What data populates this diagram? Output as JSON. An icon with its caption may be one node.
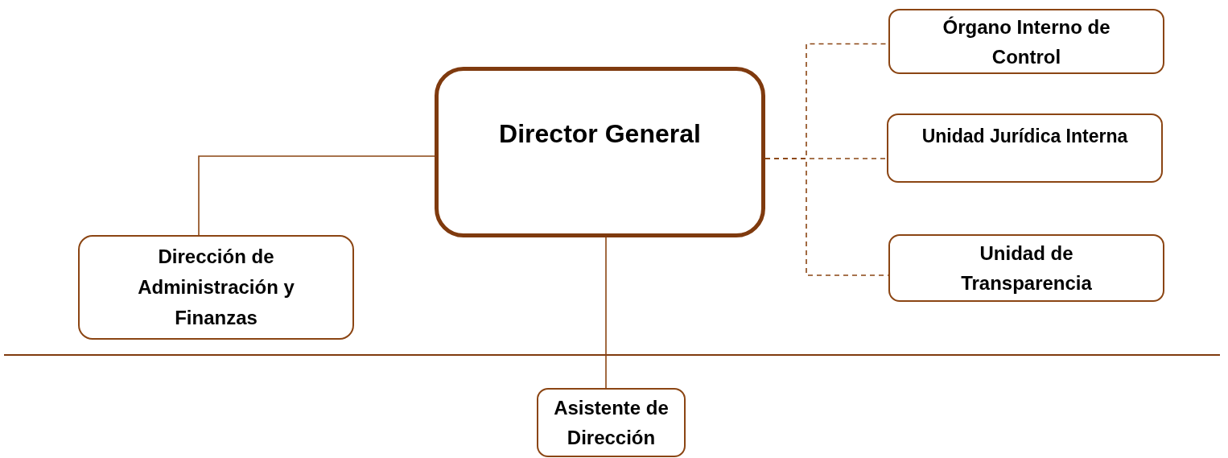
{
  "diagram": {
    "nodes": [
      {
        "text": [
          "Director General"
        ]
      },
      {
        "text": [
          "Órgano Interno de Control"
        ]
      },
      {
        "text": [
          "Unidad Jurídica Interna"
        ]
      },
      {
        "text": [
          "Unidad de Transparencia"
        ]
      },
      {
        "text": [
          "Dirección de Administración y Finanzas"
        ]
      },
      {
        "text": [
          "Asistente de Dirección"
        ]
      }
    ],
    "edges": [
      {
        "from": 0,
        "to": 1,
        "arrow": "none",
        "style": "dashed"
      },
      {
        "from": 0,
        "to": 2,
        "arrow": "none",
        "style": "dashed"
      },
      {
        "from": 0,
        "to": 3,
        "arrow": "none",
        "style": "dashed"
      },
      {
        "from": 0,
        "to": 4,
        "arrow": "none"
      },
      {
        "from": 0,
        "to": 5,
        "arrow": "none"
      }
    ]
  }
}
